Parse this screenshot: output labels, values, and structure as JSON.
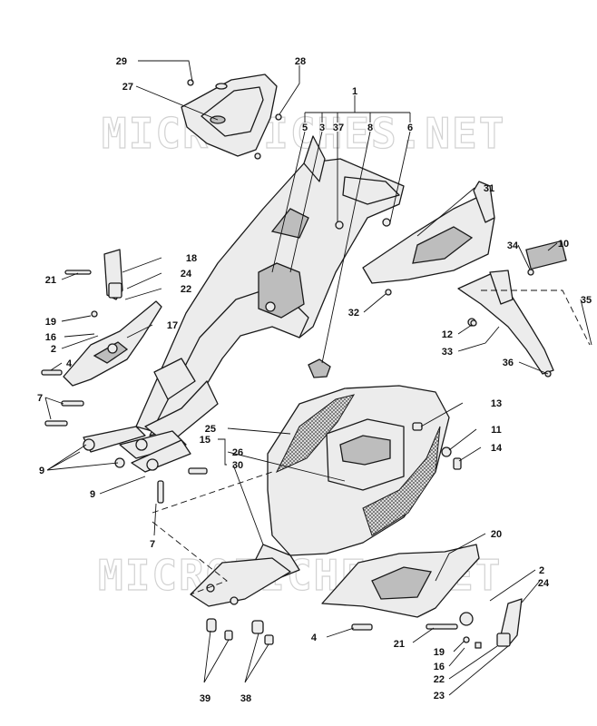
{
  "watermark": {
    "text": "MICROFICHES.NET"
  },
  "callouts": {
    "c1": "1",
    "c2a": "2",
    "c2b": "2",
    "c3": "3",
    "c4a": "4",
    "c4b": "4",
    "c5": "5",
    "c6": "6",
    "c7a": "7",
    "c7b": "7",
    "c8": "8",
    "c9a": "9",
    "c9b": "9",
    "c10": "10",
    "c11": "11",
    "c12": "12",
    "c13": "13",
    "c14": "14",
    "c15": "15",
    "c16a": "16",
    "c16b": "16",
    "c17": "17",
    "c18": "18",
    "c19a": "19",
    "c19b": "19",
    "c20": "20",
    "c21a": "21",
    "c21b": "21",
    "c22a": "22",
    "c22b": "22",
    "c23": "23",
    "c24a": "24",
    "c24b": "24",
    "c25": "25",
    "c26": "26",
    "c27": "27",
    "c28": "28",
    "c29": "29",
    "c30": "30",
    "c31": "31",
    "c32": "32",
    "c33": "33",
    "c34": "34",
    "c35": "35",
    "c36": "36",
    "c37": "37",
    "c38": "38",
    "c39": "39"
  }
}
